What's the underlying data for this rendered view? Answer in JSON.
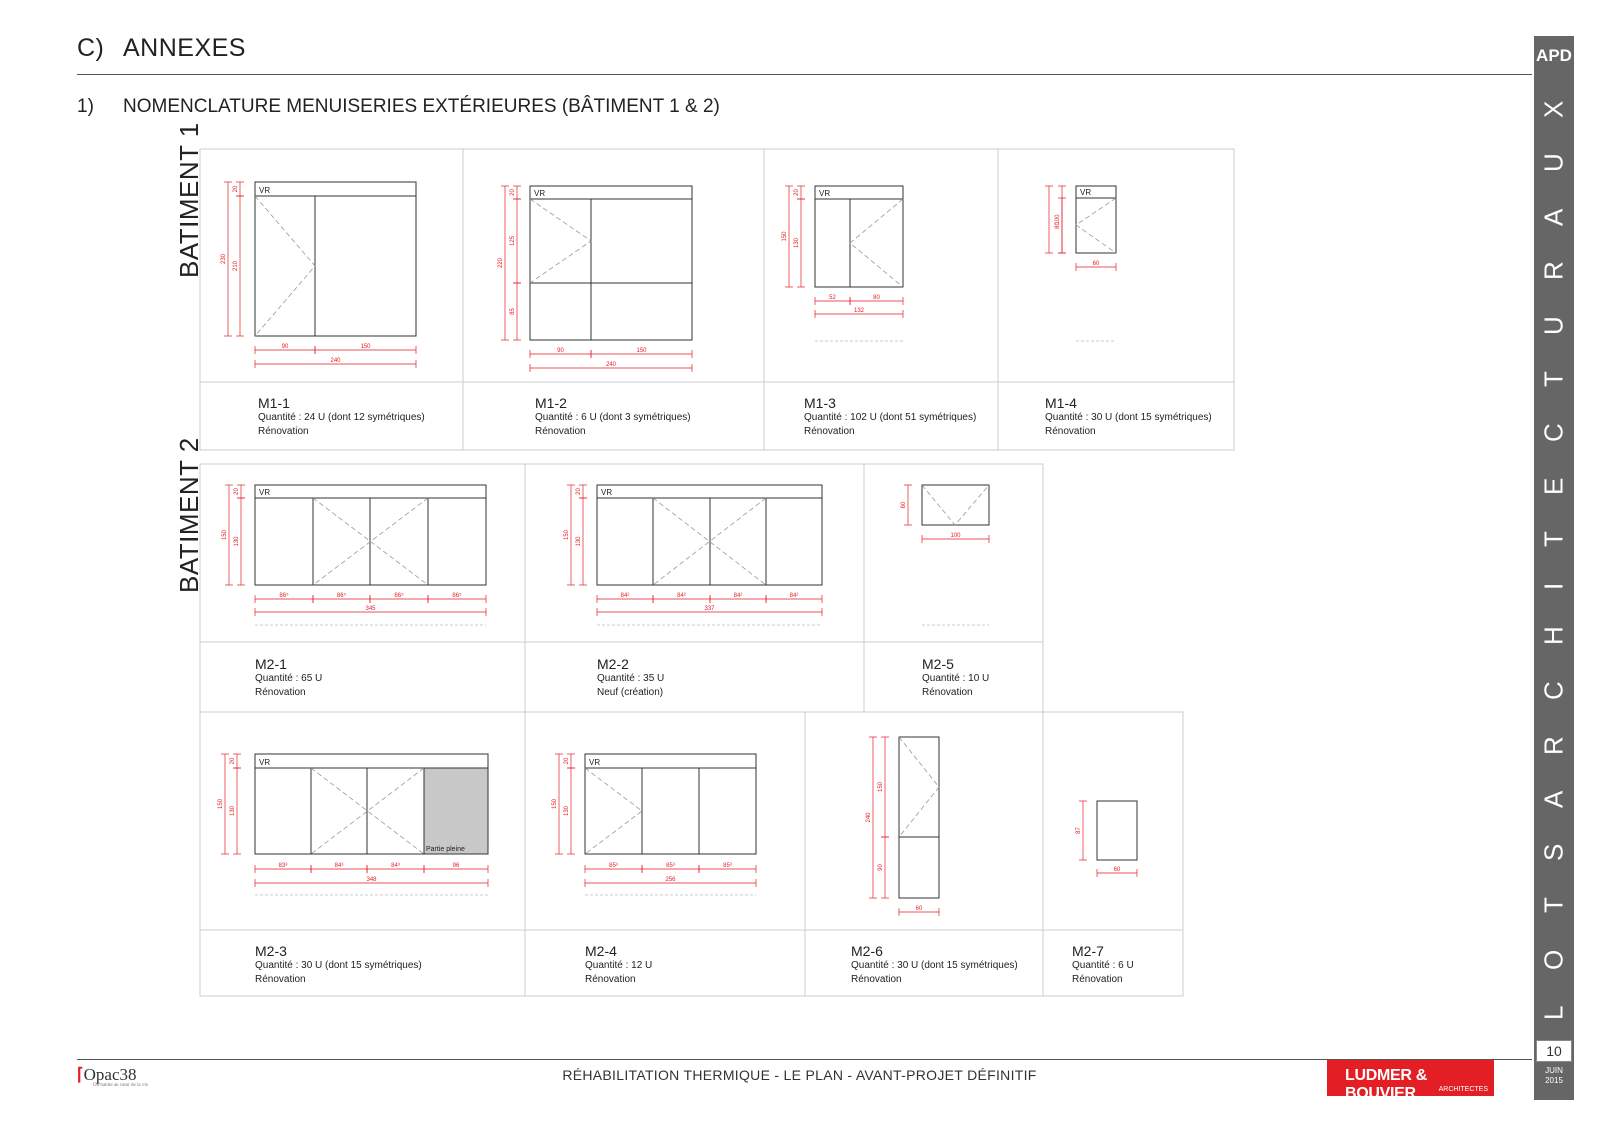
{
  "header": {
    "section_num": "C)",
    "section_title": "ANNEXES",
    "sub_num": "1)",
    "sub_title": "NOMENCLATURE MENUISERIES EXTÉRIEURES (BÂTIMENT 1 & 2)"
  },
  "sidebar": {
    "phase": "APD",
    "vertical_text": "LOTS ARCHITECTURAUX",
    "page": "10",
    "date_line1": "JUIN",
    "date_line2": "2015"
  },
  "batiments": [
    "BATIMENT 1",
    "BATIMENT 2"
  ],
  "drawing_labels": {
    "vr": "VR",
    "partie_pleine": "Partie pleine"
  },
  "items": [
    {
      "id": "M1-1",
      "qty": "Quantité : 24 U (dont 12 symétriques)",
      "status": "Rénovation",
      "dims": [
        "20",
        "230",
        "210",
        "90",
        "150",
        "240"
      ]
    },
    {
      "id": "M1-2",
      "qty": "Quantité : 6 U (dont 3 symétriques)",
      "status": "Rénovation",
      "dims": [
        "20",
        "125",
        "220",
        "85",
        "90",
        "150",
        "240"
      ]
    },
    {
      "id": "M1-3",
      "qty": "Quantité : 102 U (dont 51 symétriques)",
      "status": "Rénovation",
      "dims": [
        "20",
        "150",
        "130",
        "52",
        "80",
        "132"
      ]
    },
    {
      "id": "M1-4",
      "qty": "Quantité : 30 U (dont 15 symétriques)",
      "status": "Rénovation",
      "dims": [
        "100",
        "80",
        "60"
      ]
    },
    {
      "id": "M2-1",
      "qty": "Quantité : 65 U",
      "status": "Rénovation",
      "dims": [
        "20",
        "150",
        "130",
        "86⁵",
        "86⁵",
        "86⁵",
        "86⁵",
        "345"
      ]
    },
    {
      "id": "M2-2",
      "qty": "Quantité : 35 U",
      "status": "Neuf (création)",
      "dims": [
        "20",
        "150",
        "130",
        "84²",
        "84²",
        "84²",
        "84²",
        "337"
      ]
    },
    {
      "id": "M2-5",
      "qty": "Quantité : 10 U",
      "status": "Rénovation",
      "dims": [
        "60",
        "100"
      ]
    },
    {
      "id": "M2-3",
      "qty": "Quantité : 30 U (dont 15 symétriques)",
      "status": "Rénovation",
      "dims": [
        "20",
        "150",
        "130",
        "83³",
        "84³",
        "84³",
        "96",
        "348"
      ]
    },
    {
      "id": "M2-4",
      "qty": "Quantité : 12 U",
      "status": "Rénovation",
      "dims": [
        "20",
        "150",
        "130",
        "85³",
        "85³",
        "85³",
        "256"
      ]
    },
    {
      "id": "M2-6",
      "qty": "Quantité : 30 U (dont 15 symétriques)",
      "status": "Rénovation",
      "dims": [
        "150",
        "240",
        "90",
        "60"
      ]
    },
    {
      "id": "M2-7",
      "qty": "Quantité : 6 U",
      "status": "Rénovation",
      "dims": [
        "87",
        "60"
      ]
    }
  ],
  "footer": {
    "title": "RÉHABILITATION THERMIQUE - LE PLAN - AVANT-PROJET DÉFINITIF",
    "client": "Opac38",
    "client_tagline": "On habite au cœur de la vie",
    "architect": "LUDMER & BOUVIER",
    "architect_sub": "ARCHITECTES"
  },
  "colors": {
    "dimension": "#e31e24",
    "sidebar": "#666666",
    "brand_red": "#e31e24"
  }
}
